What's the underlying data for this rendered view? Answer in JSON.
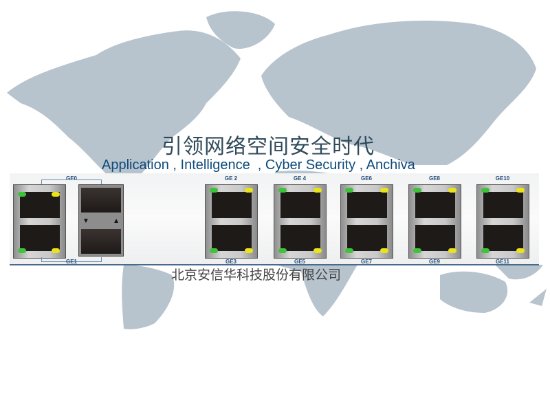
{
  "headline_cn": "引领网络空间安全时代",
  "tagline_en": "Application , Intelligence  , Cyber Security , Anchiva",
  "company_cn": "北京安信华科技股份有限公司",
  "colors": {
    "map": "#b7c3cd",
    "headline": "#2f4a5a",
    "tagline": "#0d4a7a",
    "port_label": "#1f4a78",
    "led_link": "#3ec33a",
    "led_activity": "#e9e21c"
  },
  "panel": {
    "left_pair": {
      "top": "GE0",
      "bottom": "GE1"
    },
    "sfp_arrows": {
      "down": "▼",
      "up": "▲"
    },
    "port_pairs": [
      {
        "top": "GE 2",
        "bottom": "GE3"
      },
      {
        "top": "GE 4",
        "bottom": "GE5"
      },
      {
        "top": "GE6",
        "bottom": "GE7"
      },
      {
        "top": "GE8",
        "bottom": "GE9"
      },
      {
        "top": "GE10",
        "bottom": "GE11"
      }
    ]
  }
}
